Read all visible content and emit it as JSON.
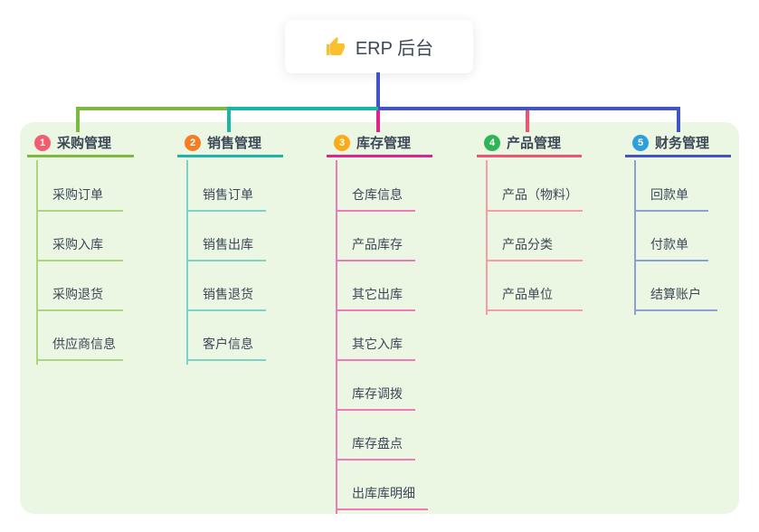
{
  "root": {
    "title": "ERP 后台",
    "icon": "thumbs-up-icon",
    "icon_color": "#fbc02d"
  },
  "colors": {
    "panel_bg": "#ebf7e3",
    "root_line": "#4254c5",
    "text": "#3c4858"
  },
  "branches": [
    {
      "index": "1",
      "title": "采购管理",
      "badge_color": "#f25d6d",
      "line_color": "#7cb93e",
      "sub_color": "#abd680",
      "items": [
        "采购订单",
        "采购入库",
        "采购退货",
        "供应商信息"
      ]
    },
    {
      "index": "2",
      "title": "销售管理",
      "badge_color": "#f57d23",
      "line_color": "#1ab5a3",
      "sub_color": "#7fd0c6",
      "items": [
        "销售订单",
        "销售出库",
        "销售退货",
        "客户信息"
      ]
    },
    {
      "index": "3",
      "title": "库存管理",
      "badge_color": "#fbab18",
      "line_color": "#e0228a",
      "sub_color": "#ef7ab9",
      "items": [
        "仓库信息",
        "产品库存",
        "其它出库",
        "其它入库",
        "库存调拨",
        "库存盘点",
        "出库库明细"
      ]
    },
    {
      "index": "4",
      "title": "产品管理",
      "badge_color": "#2fb457",
      "line_color": "#f4516c",
      "sub_color": "#f89ba4",
      "items": [
        "产品（物料）",
        "产品分类",
        "产品单位"
      ]
    },
    {
      "index": "5",
      "title": "财务管理",
      "badge_color": "#2d9fdb",
      "line_color": "#4254c5",
      "sub_color": "#8da0d6",
      "items": [
        "回款单",
        "付款单",
        "结算账户"
      ]
    }
  ]
}
